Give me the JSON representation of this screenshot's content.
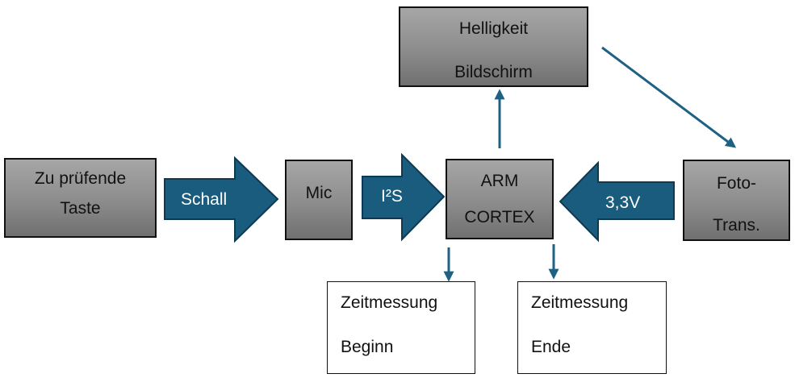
{
  "diagram": {
    "colors": {
      "arrow_fill": "#1a5c7e",
      "arrow_stroke": "#0d3a52",
      "connector": "#1d6183",
      "box_border": "#111111"
    },
    "nodes": {
      "taste": {
        "line1": "Zu prüfende",
        "line2": "Taste"
      },
      "mic": {
        "label": "Mic"
      },
      "arm": {
        "line1": "ARM",
        "line2": "CORTEX"
      },
      "helligkeit": {
        "line1": "Helligkeit",
        "line2": "Bildschirm"
      },
      "foto": {
        "line1": "Foto-",
        "line2": "Trans."
      },
      "zeit_beginn": {
        "line1": "Zeitmessung",
        "line2": "Beginn"
      },
      "zeit_ende": {
        "line1": "Zeitmessung",
        "line2": "Ende"
      }
    },
    "block_arrows": {
      "schall": {
        "label": "Schall",
        "direction": "right"
      },
      "i2s": {
        "label": "I²S",
        "direction": "right"
      },
      "volt": {
        "label": "3,3V",
        "direction": "left"
      }
    },
    "connectors": [
      {
        "from": "arm",
        "to": "helligkeit"
      },
      {
        "from": "helligkeit",
        "to": "foto"
      },
      {
        "from": "arm",
        "to": "zeit_beginn"
      },
      {
        "from": "arm",
        "to": "zeit_ende"
      }
    ]
  }
}
